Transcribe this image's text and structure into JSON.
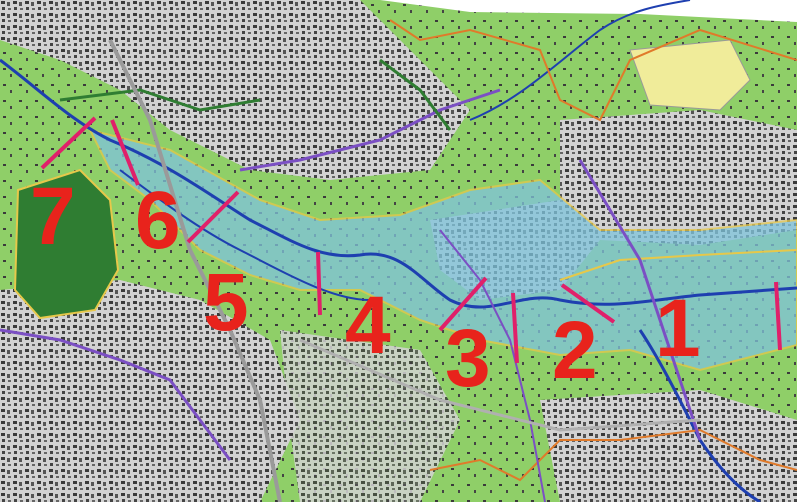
{
  "map": {
    "colors": {
      "urban": "#c9c9c9",
      "green": "#8fcf68",
      "dark_green": "#2f7d32",
      "flood_zone": "#7fc4dc",
      "river": "#1e3fb0",
      "boundary_orange": "#e07a2a",
      "boundary_yellow": "#e6c84a",
      "route_purple": "#7b4fc4",
      "section_line": "#e0206a",
      "label_red": "#e8231c"
    },
    "sections": [
      {
        "id": "1",
        "label": "1"
      },
      {
        "id": "2",
        "label": "2"
      },
      {
        "id": "3",
        "label": "3"
      },
      {
        "id": "4",
        "label": "4"
      },
      {
        "id": "5",
        "label": "5"
      },
      {
        "id": "6",
        "label": "6"
      },
      {
        "id": "7",
        "label": "7"
      }
    ]
  }
}
